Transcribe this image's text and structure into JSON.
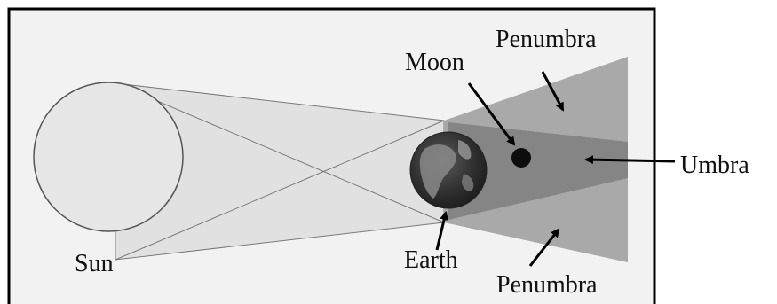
{
  "labels": {
    "sun": "Sun",
    "earth": "Earth",
    "moon": "Moon",
    "umbra": "Umbra",
    "penumbra_top": "Penumbra",
    "penumbra_bottom": "Penumbra"
  },
  "colors": {
    "background": "#f2f2f2",
    "frame": "#000000",
    "sun_fill": "#e6e6e6",
    "penumbra": "#a9a9a9",
    "umbra": "#858585",
    "earth_ocean": "#2b2b2b",
    "moon": "#0d0d0d"
  }
}
